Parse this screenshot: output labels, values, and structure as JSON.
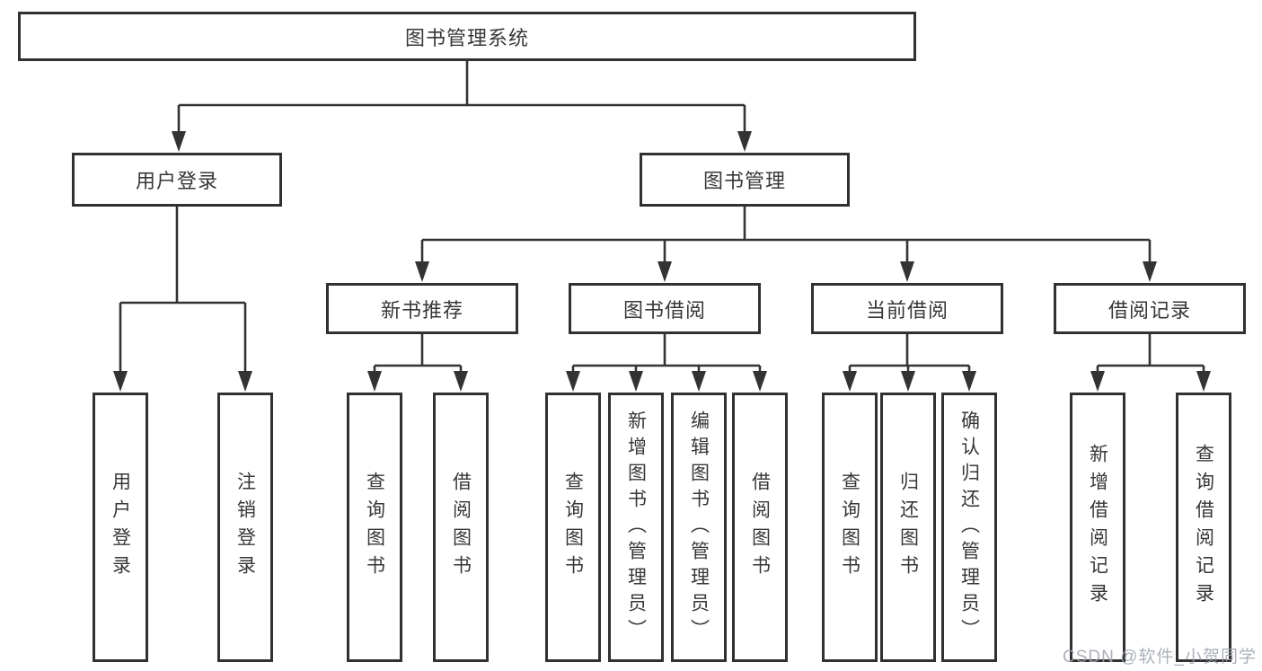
{
  "diagram": {
    "root": {
      "label": "图书管理系统"
    },
    "branches": [
      {
        "label": "用户登录",
        "children": [
          "用户登录",
          "注销登录"
        ]
      },
      {
        "label": "图书管理",
        "sections": [
          {
            "label": "新书推荐",
            "children": [
              "查询图书",
              "借阅图书"
            ]
          },
          {
            "label": "图书借阅",
            "children": [
              "查询图书",
              "新增图书（管理员）",
              "编辑图书（管理员）",
              "借阅图书"
            ]
          },
          {
            "label": "当前借阅",
            "children": [
              "查询图书",
              "归还图书",
              "确认归还（管理员）"
            ]
          },
          {
            "label": "借阅记录",
            "children": [
              "新增借阅记录",
              "查询借阅记录"
            ]
          }
        ]
      }
    ]
  },
  "watermark": {
    "text": "CSDN @软件_小贺同学"
  },
  "colors": {
    "line": "#333333",
    "text": "#373737",
    "background": "#ffffff",
    "watermark": "#9ea3ad"
  }
}
